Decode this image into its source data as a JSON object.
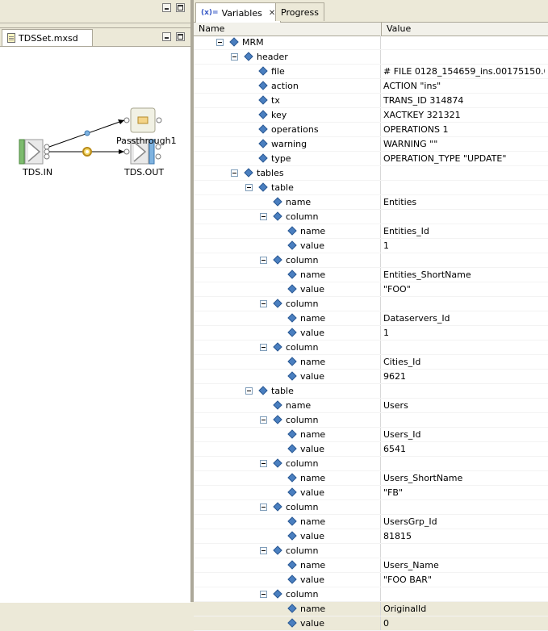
{
  "editor": {
    "tab_label": "TDSSet.mxsd"
  },
  "flow": {
    "nodes": {
      "input": "TDS.IN",
      "pass": "Passthrough1",
      "output": "TDS.OUT"
    }
  },
  "views": {
    "tabs": [
      {
        "label": "Variables",
        "icon": "(x)="
      },
      {
        "label": "Progress"
      }
    ]
  },
  "columns": {
    "name": "Name",
    "value": "Value"
  },
  "rows": [
    {
      "level": 0,
      "toggle": true,
      "name": "MRM",
      "value": ""
    },
    {
      "level": 1,
      "toggle": true,
      "name": "header",
      "value": ""
    },
    {
      "level": 2,
      "toggle": false,
      "name": "file",
      "value": "# FILE 0128_154659_ins.00175150.0..."
    },
    {
      "level": 2,
      "toggle": false,
      "name": "action",
      "value": "ACTION \"ins\""
    },
    {
      "level": 2,
      "toggle": false,
      "name": "tx",
      "value": "TRANS_ID 314874"
    },
    {
      "level": 2,
      "toggle": false,
      "name": "key",
      "value": "XACTKEY 321321"
    },
    {
      "level": 2,
      "toggle": false,
      "name": "operations",
      "value": "OPERATIONS 1"
    },
    {
      "level": 2,
      "toggle": false,
      "name": "warning",
      "value": "WARNING \"\""
    },
    {
      "level": 2,
      "toggle": false,
      "name": "type",
      "value": "OPERATION_TYPE \"UPDATE\""
    },
    {
      "level": 1,
      "toggle": true,
      "name": "tables",
      "value": ""
    },
    {
      "level": 2,
      "toggle": true,
      "name": "table",
      "value": ""
    },
    {
      "level": 3,
      "toggle": false,
      "name": "name",
      "value": "Entities"
    },
    {
      "level": 3,
      "toggle": true,
      "name": "column",
      "value": ""
    },
    {
      "level": 4,
      "toggle": false,
      "name": "name",
      "value": "Entities_Id"
    },
    {
      "level": 4,
      "toggle": false,
      "name": "value",
      "value": "1"
    },
    {
      "level": 3,
      "toggle": true,
      "name": "column",
      "value": ""
    },
    {
      "level": 4,
      "toggle": false,
      "name": "name",
      "value": "Entities_ShortName"
    },
    {
      "level": 4,
      "toggle": false,
      "name": "value",
      "value": "\"FOO\""
    },
    {
      "level": 3,
      "toggle": true,
      "name": "column",
      "value": ""
    },
    {
      "level": 4,
      "toggle": false,
      "name": "name",
      "value": "Dataservers_Id"
    },
    {
      "level": 4,
      "toggle": false,
      "name": "value",
      "value": "1"
    },
    {
      "level": 3,
      "toggle": true,
      "name": "column",
      "value": ""
    },
    {
      "level": 4,
      "toggle": false,
      "name": "name",
      "value": "Cities_Id"
    },
    {
      "level": 4,
      "toggle": false,
      "name": "value",
      "value": "9621"
    },
    {
      "level": 2,
      "toggle": true,
      "name": "table",
      "value": ""
    },
    {
      "level": 3,
      "toggle": false,
      "name": "name",
      "value": "Users"
    },
    {
      "level": 3,
      "toggle": true,
      "name": "column",
      "value": ""
    },
    {
      "level": 4,
      "toggle": false,
      "name": "name",
      "value": "Users_Id"
    },
    {
      "level": 4,
      "toggle": false,
      "name": "value",
      "value": "6541"
    },
    {
      "level": 3,
      "toggle": true,
      "name": "column",
      "value": ""
    },
    {
      "level": 4,
      "toggle": false,
      "name": "name",
      "value": "Users_ShortName"
    },
    {
      "level": 4,
      "toggle": false,
      "name": "value",
      "value": "\"FB\""
    },
    {
      "level": 3,
      "toggle": true,
      "name": "column",
      "value": ""
    },
    {
      "level": 4,
      "toggle": false,
      "name": "name",
      "value": "UsersGrp_Id"
    },
    {
      "level": 4,
      "toggle": false,
      "name": "value",
      "value": "81815"
    },
    {
      "level": 3,
      "toggle": true,
      "name": "column",
      "value": ""
    },
    {
      "level": 4,
      "toggle": false,
      "name": "name",
      "value": "Users_Name"
    },
    {
      "level": 4,
      "toggle": false,
      "name": "value",
      "value": "\"FOO BAR\""
    },
    {
      "level": 3,
      "toggle": true,
      "name": "column",
      "value": ""
    },
    {
      "level": 4,
      "toggle": false,
      "name": "name",
      "value": "OriginalId"
    },
    {
      "level": 4,
      "toggle": false,
      "name": "value",
      "value": "0"
    }
  ]
}
